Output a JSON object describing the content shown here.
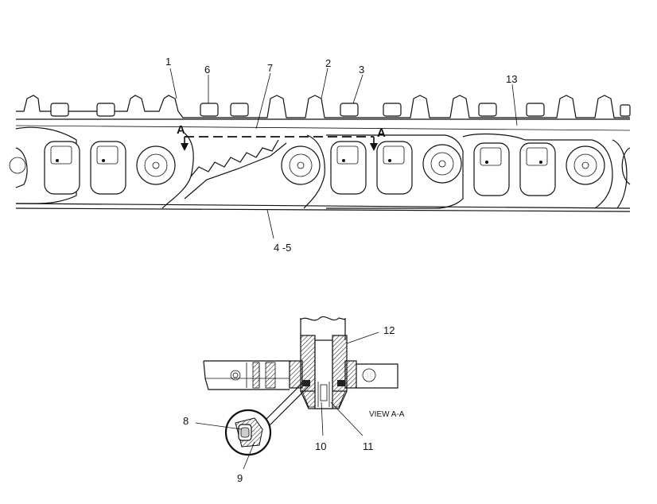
{
  "callouts": {
    "c1": "1",
    "c2": "2",
    "c3": "3",
    "c4_5": "4 -5",
    "c6": "6",
    "c7": "7",
    "c8": "8",
    "c9": "9",
    "c10": "10",
    "c11": "11",
    "c12": "12",
    "c13": "13"
  },
  "section_marks": {
    "left": "A",
    "right": "A"
  },
  "view_label": "VIEW A-A"
}
